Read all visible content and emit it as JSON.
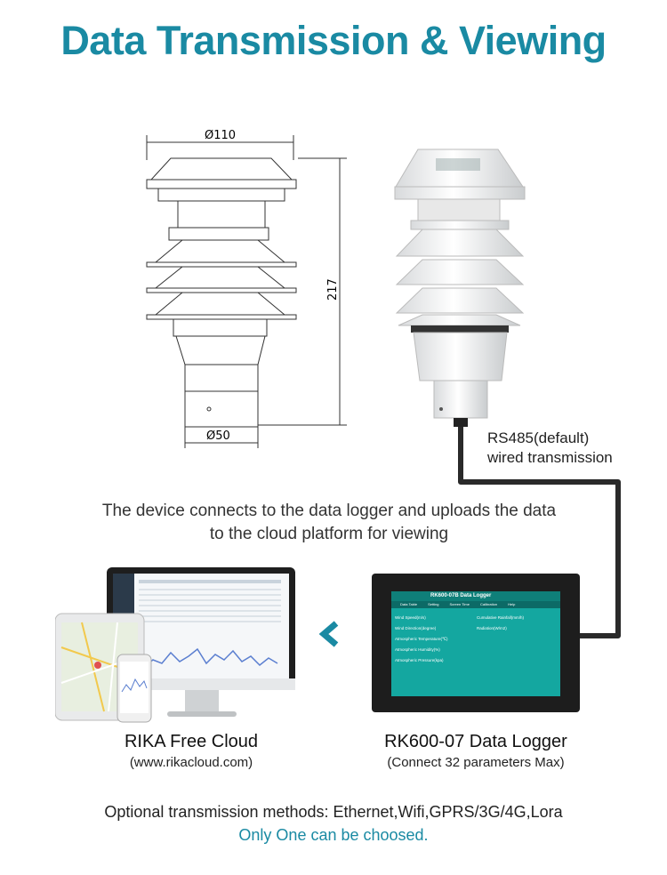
{
  "title": "Data Transmission & Viewing",
  "drawing": {
    "top_diameter": "Ø110",
    "bottom_diameter": "Ø50",
    "height": "217"
  },
  "connection": {
    "line1": "RS485(default)",
    "line2": "wired transmission"
  },
  "description": {
    "line1": "The device connects to the data logger and uploads the data",
    "line2": "to the cloud platform for viewing"
  },
  "cloud": {
    "name": "RIKA Free Cloud",
    "url": "(www.rikacloud.com)"
  },
  "logger": {
    "name": "RK600-07 Data Logger",
    "note": "(Connect 32 parameters Max)",
    "screen": {
      "header": "RK600-07B Data Logger",
      "menu": [
        "Data Table",
        "Setting",
        "Screen Time",
        "Calibration",
        "Help"
      ],
      "rows": [
        "Wind Speed(m/s)",
        "Wind Direction(degree)",
        "Atmospheric Temperature(℃)",
        "Atmospheric Humidity(%)",
        "Atmospheric Pressure(kpa)"
      ],
      "right_rows": [
        "Cumulative Rainfall(mm/h)",
        "Radiation(W/m2)"
      ]
    }
  },
  "colors": {
    "accent": "#1a8aa3",
    "lcd": "#14a7a0",
    "cable": "#2a2a2a"
  },
  "footer": {
    "methods": "Optional transmission methods: Ethernet,Wifi,GPRS/3G/4G,Lora",
    "note": "Only One can be choosed."
  }
}
